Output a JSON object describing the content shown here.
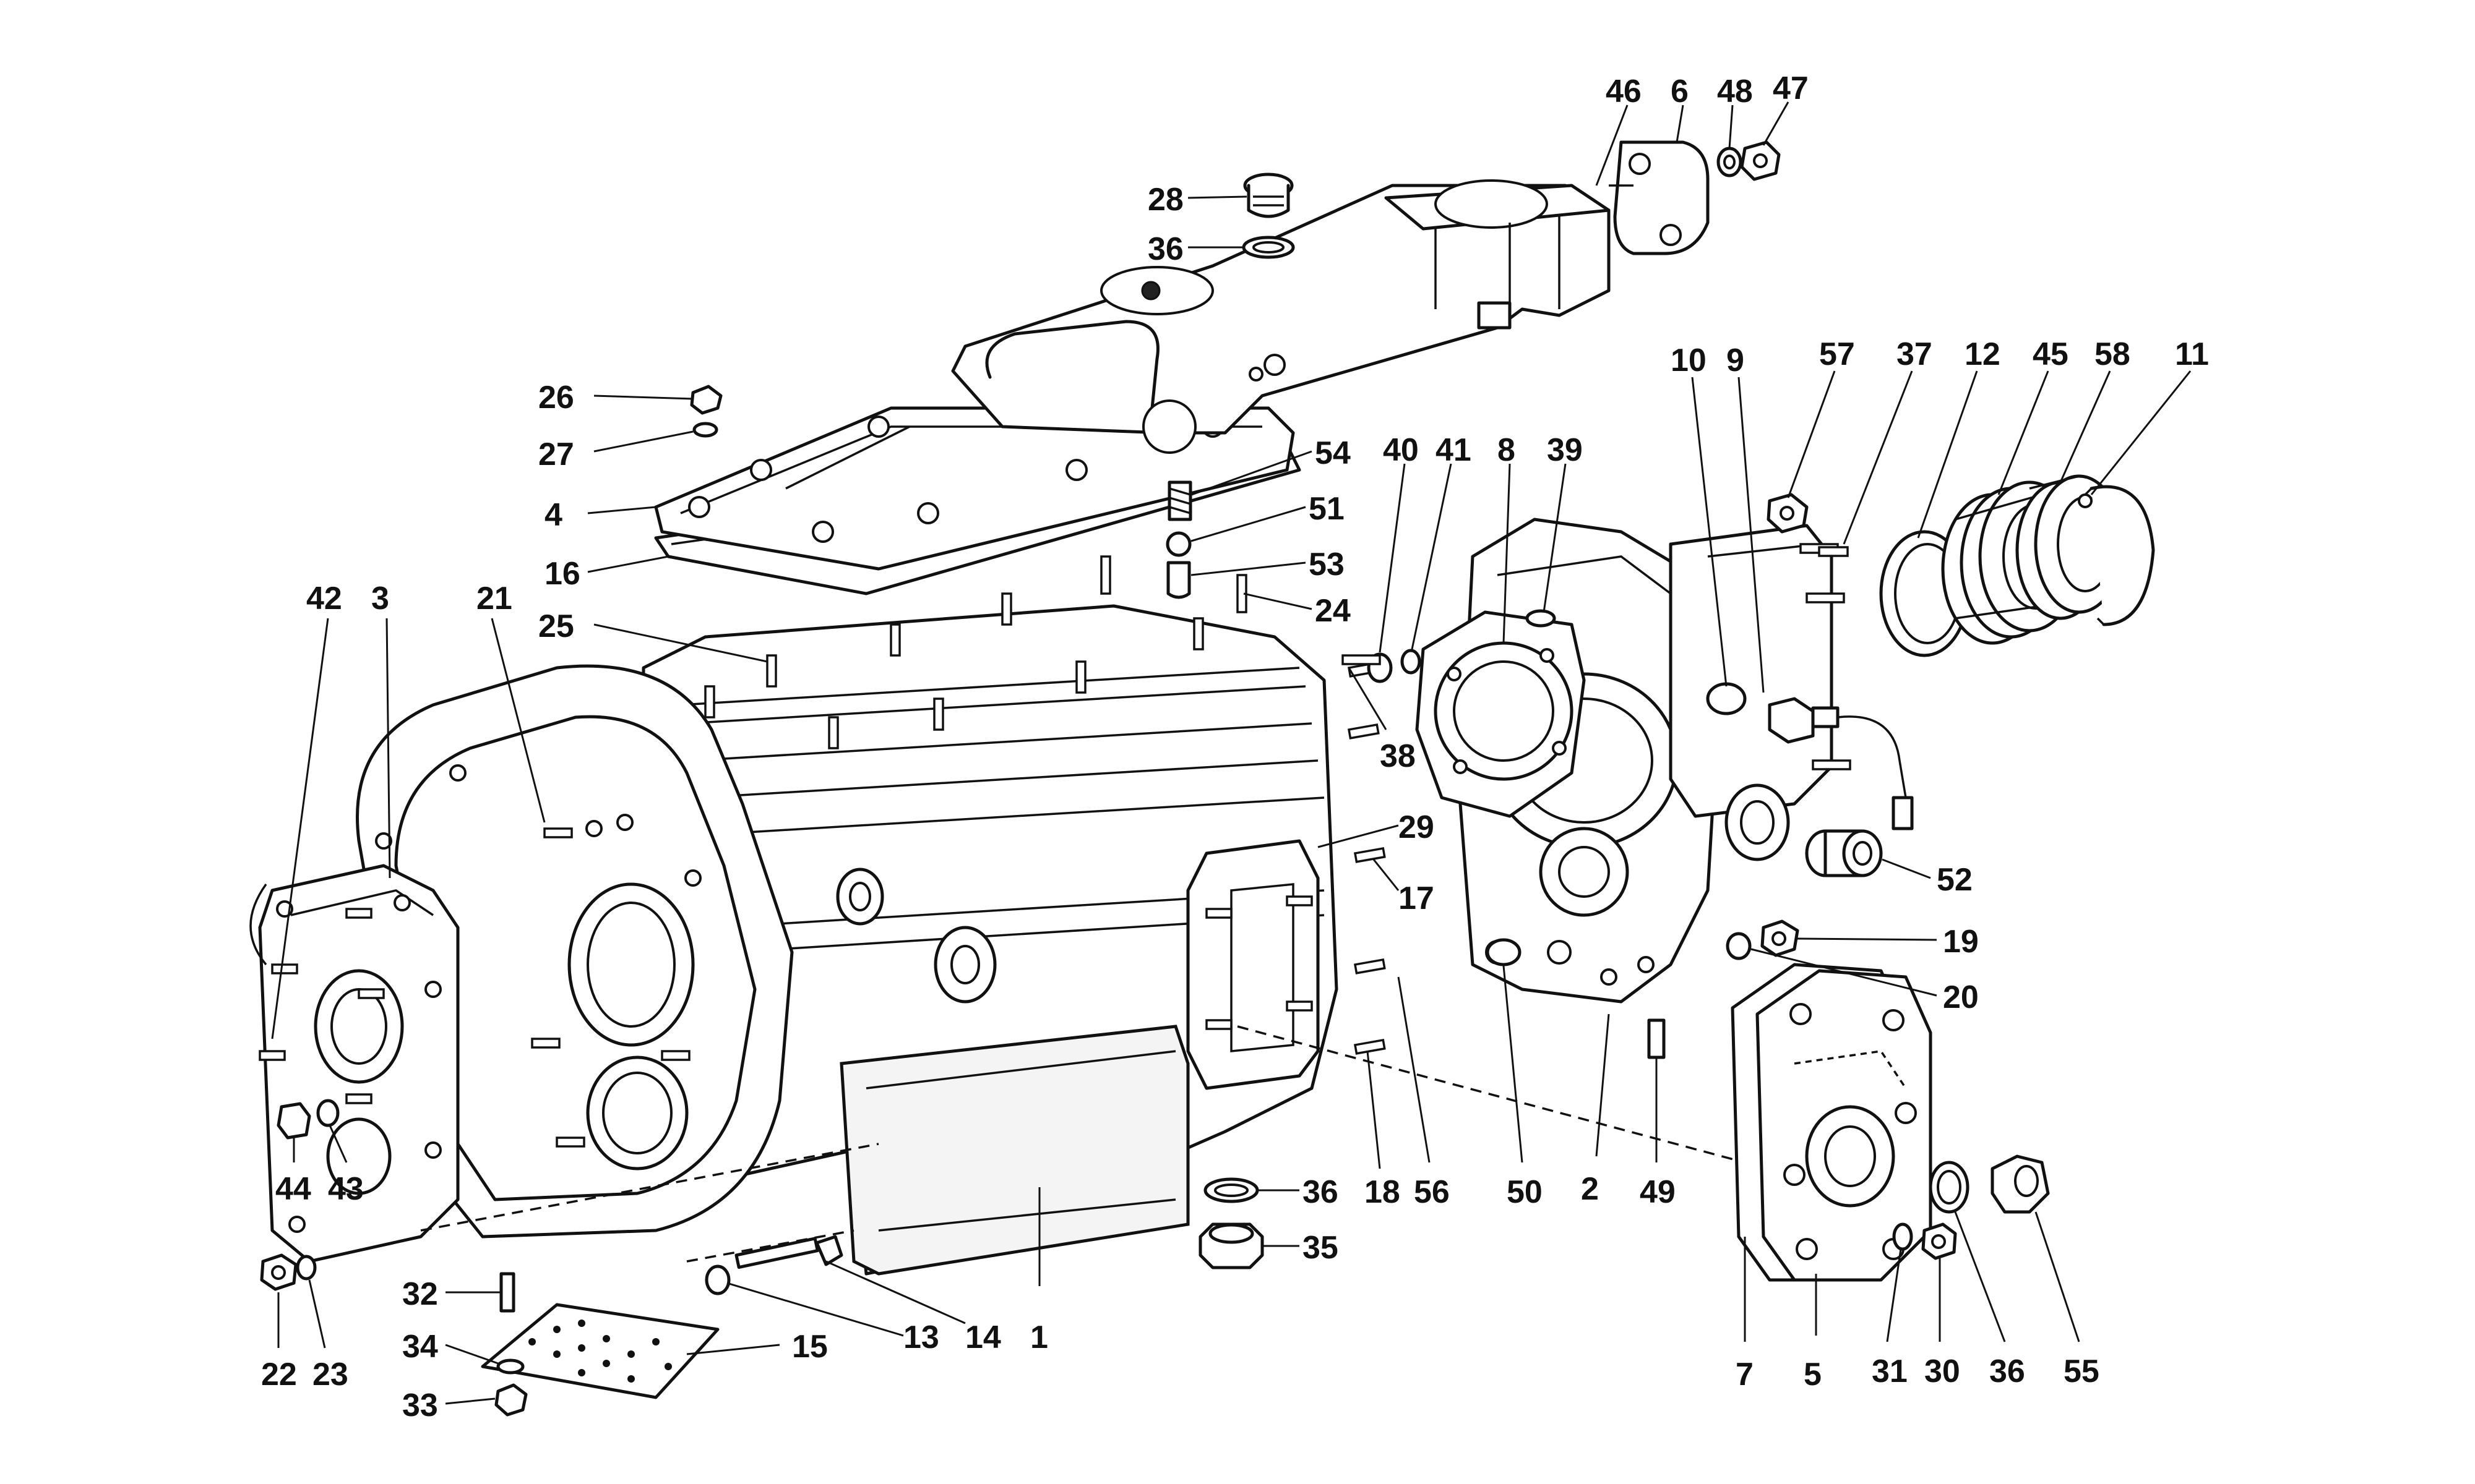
{
  "diagram": {
    "line_color": "#111111",
    "background": "#ffffff",
    "callouts": [
      {
        "id": "c1",
        "label": "1"
      },
      {
        "id": "c2",
        "label": "2"
      },
      {
        "id": "c3",
        "label": "3"
      },
      {
        "id": "c4",
        "label": "4"
      },
      {
        "id": "c5",
        "label": "5"
      },
      {
        "id": "c6",
        "label": "6"
      },
      {
        "id": "c7",
        "label": "7"
      },
      {
        "id": "c8",
        "label": "8"
      },
      {
        "id": "c9",
        "label": "9"
      },
      {
        "id": "c10",
        "label": "10"
      },
      {
        "id": "c11",
        "label": "11"
      },
      {
        "id": "c12",
        "label": "12"
      },
      {
        "id": "c13",
        "label": "13"
      },
      {
        "id": "c14",
        "label": "14"
      },
      {
        "id": "c15",
        "label": "15"
      },
      {
        "id": "c16",
        "label": "16"
      },
      {
        "id": "c17",
        "label": "17"
      },
      {
        "id": "c18",
        "label": "18"
      },
      {
        "id": "c19",
        "label": "19"
      },
      {
        "id": "c20",
        "label": "20"
      },
      {
        "id": "c21",
        "label": "21"
      },
      {
        "id": "c22",
        "label": "22"
      },
      {
        "id": "c23",
        "label": "23"
      },
      {
        "id": "c24",
        "label": "24"
      },
      {
        "id": "c25",
        "label": "25"
      },
      {
        "id": "c26",
        "label": "26"
      },
      {
        "id": "c27",
        "label": "27"
      },
      {
        "id": "c28",
        "label": "28"
      },
      {
        "id": "c29",
        "label": "29"
      },
      {
        "id": "c30",
        "label": "30"
      },
      {
        "id": "c31",
        "label": "31"
      },
      {
        "id": "c32",
        "label": "32"
      },
      {
        "id": "c33",
        "label": "33"
      },
      {
        "id": "c34",
        "label": "34"
      },
      {
        "id": "c35",
        "label": "35"
      },
      {
        "id": "c36a",
        "label": "36"
      },
      {
        "id": "c36b",
        "label": "36"
      },
      {
        "id": "c36c",
        "label": "36"
      },
      {
        "id": "c37",
        "label": "37"
      },
      {
        "id": "c38",
        "label": "38"
      },
      {
        "id": "c39",
        "label": "39"
      },
      {
        "id": "c40",
        "label": "40"
      },
      {
        "id": "c41",
        "label": "41"
      },
      {
        "id": "c42",
        "label": "42"
      },
      {
        "id": "c43",
        "label": "43"
      },
      {
        "id": "c44",
        "label": "44"
      },
      {
        "id": "c45",
        "label": "45"
      },
      {
        "id": "c46",
        "label": "46"
      },
      {
        "id": "c47",
        "label": "47"
      },
      {
        "id": "c48",
        "label": "48"
      },
      {
        "id": "c49",
        "label": "49"
      },
      {
        "id": "c50",
        "label": "50"
      },
      {
        "id": "c51",
        "label": "51"
      },
      {
        "id": "c52",
        "label": "52"
      },
      {
        "id": "c53",
        "label": "53"
      },
      {
        "id": "c54",
        "label": "54"
      },
      {
        "id": "c55",
        "label": "55"
      },
      {
        "id": "c56",
        "label": "56"
      },
      {
        "id": "c57",
        "label": "57"
      },
      {
        "id": "c58",
        "label": "58"
      }
    ]
  }
}
